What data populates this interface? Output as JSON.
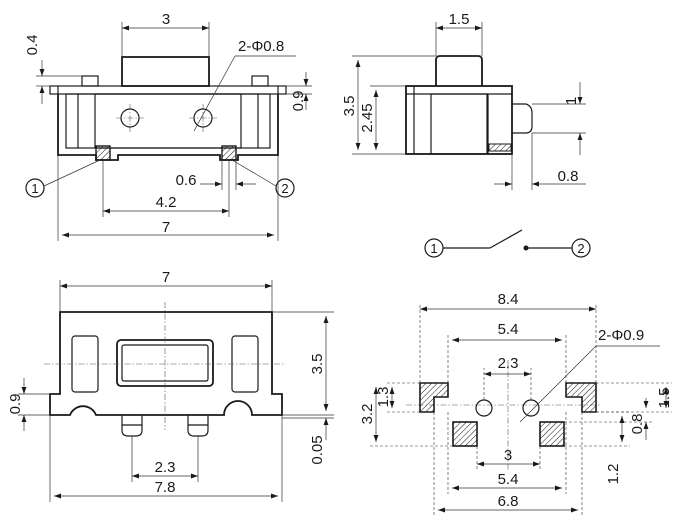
{
  "dims": {
    "front_top": "3",
    "front_pin_height": "0.4",
    "front_holes": "2-Φ0.8",
    "front_side": "0.9",
    "front_gap": "0.6",
    "front_pitch": "4.2",
    "front_width": "7",
    "side_plunger": "1.5",
    "side_height": "3.5",
    "side_body": "2.45",
    "side_stem": "1",
    "side_tab": "0.8",
    "bottom_width": "7",
    "bottom_height": "3.5",
    "bottom_tab": "0.9",
    "bottom_clear": "0.05",
    "bottom_pitch": "2.3",
    "bottom_span": "7.8",
    "pcb_overall": "8.4",
    "pcb_outer": "5.4",
    "pcb_holes": "2-Φ0.9",
    "pcb_hole_pitch": "2.3",
    "pcb_pad_h": "1.3",
    "pcb_total_h": "3.2",
    "pcb_right": "1.5",
    "pcb_right_pad": "0.8",
    "pcb_pad_pitch": "3",
    "pcb_inner": "5.4",
    "pcb_span": "6.8",
    "pcb_bottom": "1.2"
  },
  "terminals": {
    "one": "1",
    "two": "2"
  }
}
